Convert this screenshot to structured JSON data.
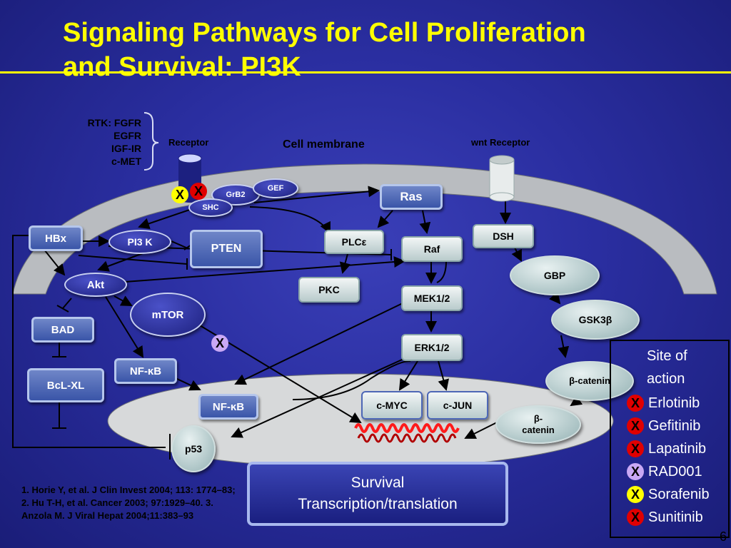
{
  "title": "Signaling Pathways for Cell Proliferation and Survival: PI3K",
  "rtk": {
    "label": "RTK: FGFR",
    "items": [
      "EGFR",
      "IGF-IR",
      "c-MET"
    ]
  },
  "labels": {
    "receptor": "Receptor",
    "cell_membrane": "Cell membrane",
    "wnt_receptor": "wnt Receptor"
  },
  "nodes": {
    "grb2": "GrB2",
    "gef": "GEF",
    "shc": "SHC",
    "ras": "Ras",
    "hbx": "HBx",
    "pi3k": "PI3 K",
    "pten": "PTEN",
    "plce": "PLCε",
    "raf": "Raf",
    "dsh": "DSH",
    "gbp": "GBP",
    "gsk3b": "GSK3β",
    "akt": "Akt",
    "pkc": "PKC",
    "mek": "MEK1/2",
    "mtor": "mTOR",
    "bad": "BAD",
    "erk": "ERK1/2",
    "nfkb1": "NF-ĸB",
    "nfkb2": "NF-ĸB",
    "bclxl": "BcL-XL",
    "bcat1": "β-catenin",
    "bcat2": "β-catenin",
    "cmyc": "c-MYC",
    "cjun": "c-JUN",
    "p53": "p53"
  },
  "output": {
    "line1": "Survival",
    "line2": "Transcription/translation"
  },
  "legend": {
    "title": "Site of action",
    "items": [
      {
        "name": "Erlotinib",
        "mark": "X",
        "color": "#e00000"
      },
      {
        "name": "Gefitinib",
        "mark": "X",
        "color": "#e00000"
      },
      {
        "name": "Lapatinib",
        "mark": "X",
        "color": "#e00000"
      },
      {
        "name": "RAD001",
        "mark": "X",
        "color": "#c9a8f5"
      },
      {
        "name": "Sorafenib",
        "mark": "X",
        "color": "#ffff00"
      },
      {
        "name": "Sunitinib",
        "mark": "X",
        "color": "#e00000"
      }
    ]
  },
  "diagram_marks": {
    "receptor_yellow": "X",
    "receptor_red": "X",
    "mtor_purple": "X"
  },
  "references": "1. Horie Y, et al. J Clin Invest 2004; 113: 1774–83; 2. Hu T-H, et al. Cancer 2003; 97:1929–40. 3. Anzola M. J Viral Hepat 2004;11:383–93",
  "page_number": "6"
}
